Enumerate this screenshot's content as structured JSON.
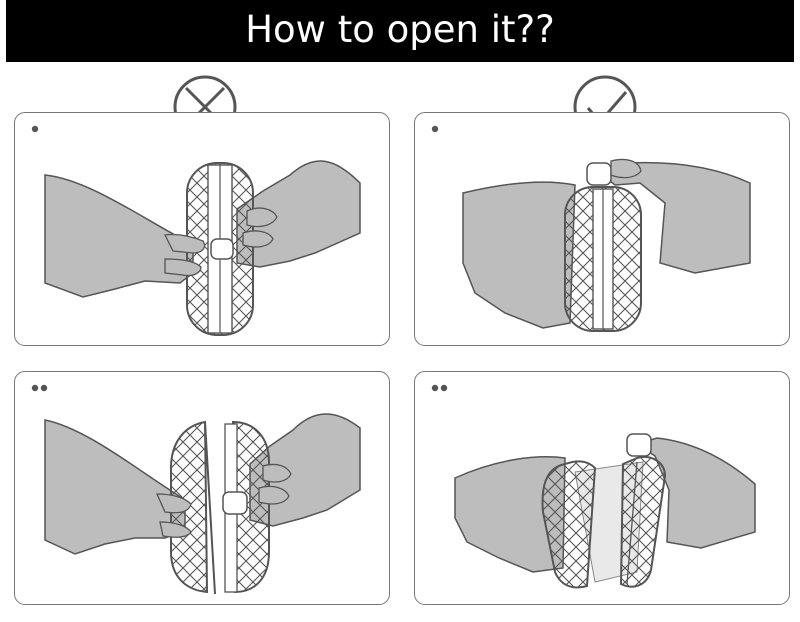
{
  "header": {
    "title": "How to open it??"
  },
  "colors": {
    "header_bg": "#000000",
    "header_text": "#ffffff",
    "hand_fill": "#bdbdbd",
    "outline": "#555555",
    "case_fill": "#ffffff"
  },
  "panels": [
    {
      "verdict": "wrong",
      "badge_icon": "cross-circle-icon",
      "step": 1
    },
    {
      "verdict": "right",
      "badge_icon": "check-circle-icon",
      "step": 1
    },
    {
      "verdict": "wrong",
      "step": 2
    },
    {
      "verdict": "right",
      "step": 2
    }
  ]
}
